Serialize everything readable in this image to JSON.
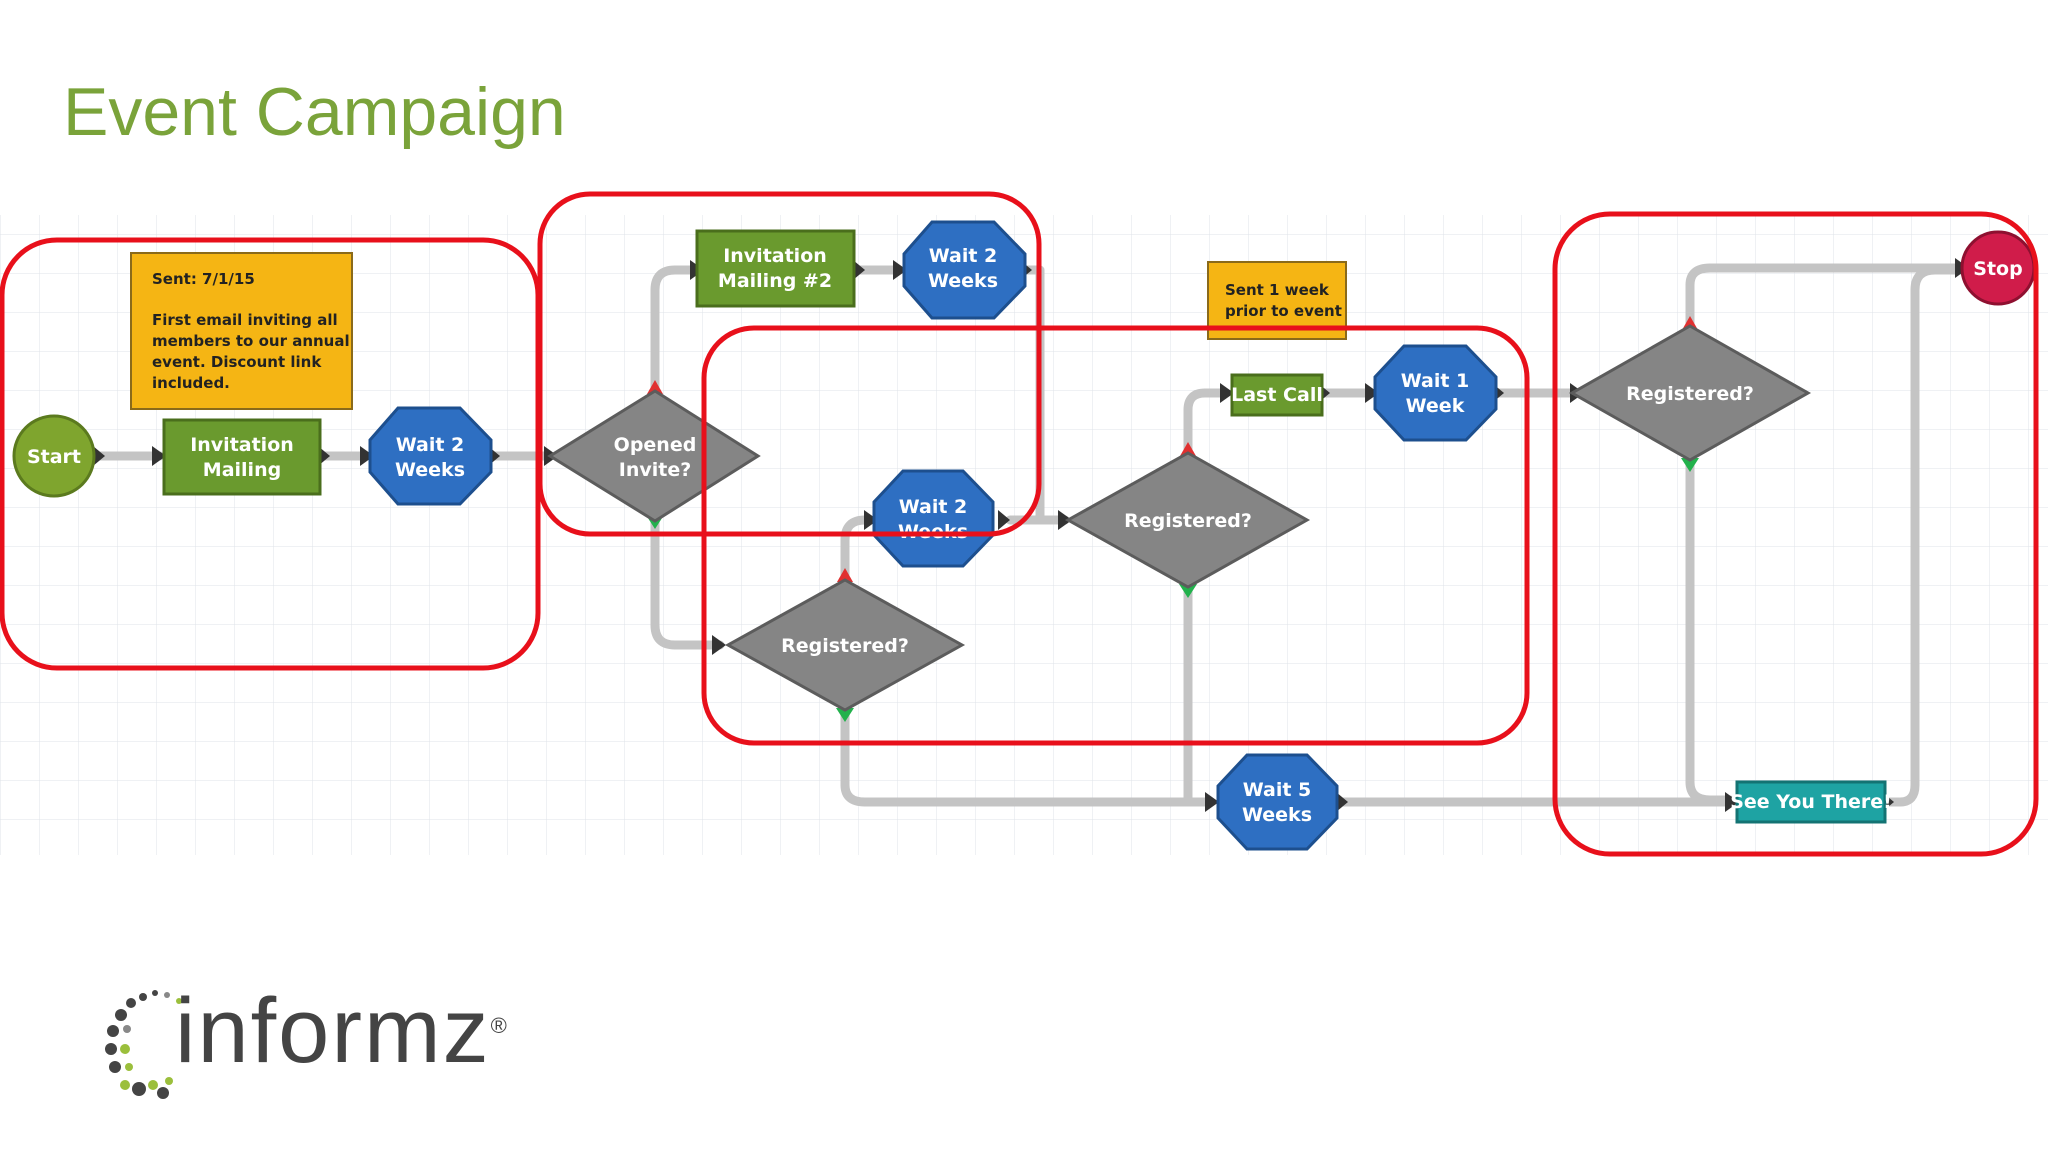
{
  "title": "Event Campaign",
  "colors": {
    "title": "#7aa33a",
    "action": "#6a9a2e",
    "wait": "#2e6fc2",
    "decision": "#858585",
    "note": "#f5b514",
    "start": "#7fa52e",
    "stop": "#d01c4a",
    "final": "#1ea3a3",
    "highlight": "#e8101b"
  },
  "note_sent": {
    "line1": "Sent: 7/1/15",
    "line2": "First email inviting all",
    "line3": "members to our annual",
    "line4": "event.  Discount link",
    "line5": "included."
  },
  "note_week": {
    "line1": "Sent 1 week",
    "line2": "prior to event"
  },
  "nodes": {
    "start": "Start",
    "invite1": {
      "line1": "Invitation",
      "line2": "Mailing"
    },
    "wait2a": {
      "line1": "Wait 2",
      "line2": "Weeks"
    },
    "opened": {
      "line1": "Opened",
      "line2": "Invite?"
    },
    "invite2": {
      "line1": "Invitation",
      "line2": "Mailing #2"
    },
    "wait2b": {
      "line1": "Wait 2",
      "line2": "Weeks"
    },
    "wait2c": {
      "line1": "Wait 2",
      "line2": "Weeks"
    },
    "registered1": "Registered?",
    "registered2": "Registered?",
    "lastcall": "Last Call",
    "wait1": {
      "line1": "Wait 1",
      "line2": "Week"
    },
    "registered3": "Registered?",
    "wait5": {
      "line1": "Wait 5",
      "line2": "Weeks"
    },
    "seeyou": "See You There!",
    "stop": "Stop"
  },
  "logo": {
    "wordmark": "informz",
    "mark": "®"
  }
}
